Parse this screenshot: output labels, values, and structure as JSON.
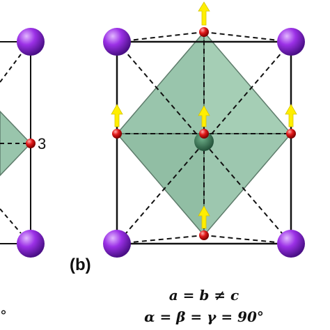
{
  "panel_label": "(b)",
  "site_label": "3",
  "equations": {
    "line1": "a = b ≠ c",
    "line2": "α = β = γ = 90°"
  },
  "left_partial_text": "°",
  "colors": {
    "octahedron_fill": "#8fbfa4",
    "octahedron_edge": "#4d6e5c",
    "cation": "#8a2be2",
    "oxygen": "#e21a1a",
    "center_shadow": "#2f6b4a",
    "arrow": "#ffee00"
  },
  "icons": [
    "up-arrow-icon"
  ]
}
